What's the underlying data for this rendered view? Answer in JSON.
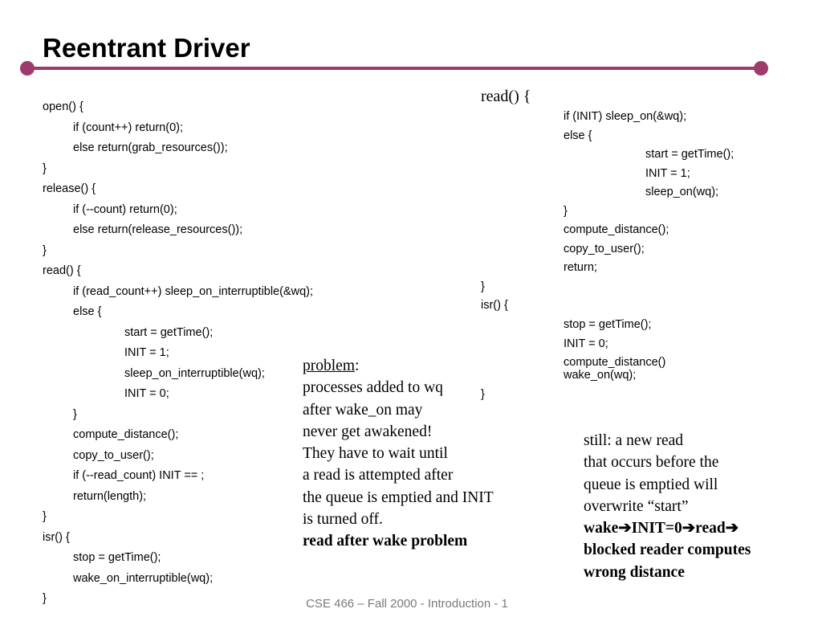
{
  "slide": {
    "title": "Reentrant Driver",
    "footer": "CSE 466 – Fall 2000 - Introduction - 1",
    "accent_color": "#9e3a6c"
  },
  "left_code": [
    "open() {",
    "if (count++) return(0);",
    "else return(grab_resources());",
    "}",
    "release() {",
    "if (--count) return(0);",
    "else return(release_resources());",
    "}",
    "read() {",
    "if (read_count++)  sleep_on_interruptible(&wq);",
    "else {",
    "start = getTime();",
    "INIT = 1;",
    "sleep_on_interruptible(wq);",
    "INIT = 0;",
    "}",
    "compute_distance();",
    "copy_to_user();",
    "if (--read_count) INIT == ;",
    "return(length);",
    "}",
    "isr() {",
    "stop = getTime();",
    "wake_on_interruptible(wq);",
    "}"
  ],
  "right_code": {
    "read_header": "read() {",
    "lines": [
      "if (INIT) sleep_on(&wq);",
      "else {",
      "start = getTime();",
      "INIT = 1;",
      "sleep_on(wq);",
      "}",
      "compute_distance();",
      "copy_to_user();",
      "return;",
      "}",
      "isr() {",
      "stop = getTime();",
      "INIT  = 0;",
      "compute_distance()",
      "wake_on(wq);",
      "}"
    ]
  },
  "problem_note": {
    "heading": "problem",
    "heading_suffix": ":",
    "lines": [
      "processes added to wq",
      "after wake_on may",
      "never get awakened!",
      "They have to wait until",
      "a read is attempted after",
      "the queue is emptied and INIT",
      "is turned off."
    ],
    "bold_line": "read after wake problem"
  },
  "still_note": {
    "lines": [
      "still: a new read",
      "that occurs before the",
      "queue is emptied will",
      "overwrite “start”"
    ],
    "bold_lines": [
      "wake➔INIT=0➔read➔",
      "blocked reader computes",
      "wrong distance"
    ]
  }
}
